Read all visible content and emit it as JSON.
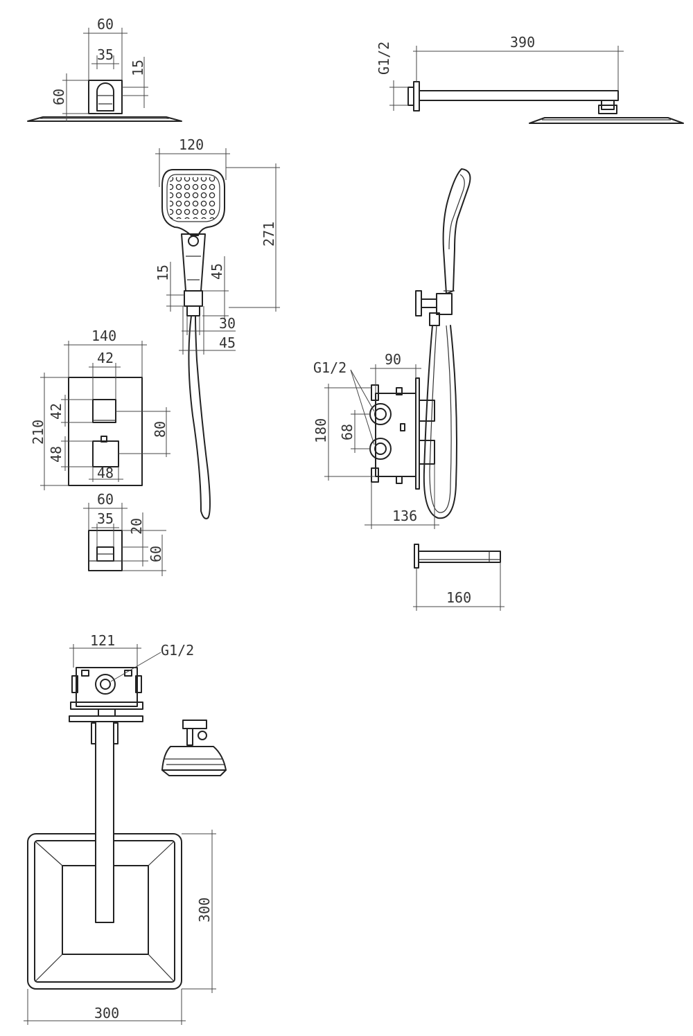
{
  "drawing": {
    "colors": {
      "line": "#222222",
      "background": "#ffffff",
      "dimension": "#444444"
    },
    "views": {
      "shower_head_side": {
        "dims": {
          "width_outer": "60",
          "width_inner": "35",
          "height_small": "15",
          "height": "60"
        }
      },
      "shower_arm": {
        "dims": {
          "thread": "G1/2",
          "length": "390"
        }
      },
      "hand_shower_front": {
        "dims": {
          "width": "120",
          "length": "271",
          "bracket_height": "15",
          "holder_height": "45",
          "holder_width_a": "30",
          "holder_width_b": "45"
        }
      },
      "hand_shower_side": {},
      "valve_plate": {
        "dims": {
          "width": "140",
          "handle_width": "42",
          "height": "210",
          "handle_height_top": "42",
          "handle_height_bottom": "48",
          "handle_width_bottom": "48",
          "handle_spacing": "80"
        }
      },
      "wall_outlet": {
        "dims": {
          "width_outer": "60",
          "width_inner": "35",
          "height_small": "20",
          "height": "60"
        }
      },
      "valve_body_side": {
        "dims": {
          "thread": "G1/2",
          "depth": "90",
          "height": "180",
          "port_spacing": "68",
          "total_depth": "136"
        }
      },
      "spout": {
        "dims": {
          "length": "160"
        }
      },
      "valve_box_top": {
        "dims": {
          "width": "121",
          "thread": "G1/2"
        }
      },
      "soap_dish": {},
      "rain_head_top": {
        "dims": {
          "width": "300",
          "depth": "300"
        }
      }
    }
  }
}
